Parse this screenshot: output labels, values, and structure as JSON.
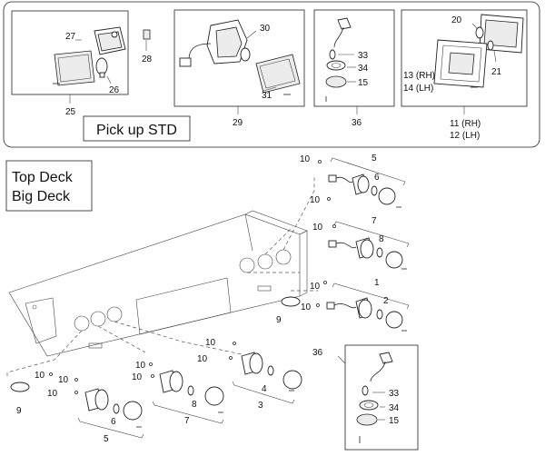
{
  "pickup": {
    "title": "Pick up STD",
    "box1": {
      "callouts": [
        "27",
        "28",
        "26"
      ],
      "group": "25"
    },
    "box2": {
      "callouts": [
        "30",
        "31"
      ],
      "group": "29"
    },
    "box3": {
      "callouts": [
        "33",
        "34",
        "15"
      ],
      "group": "36"
    },
    "box4": {
      "callouts": [
        "20",
        "21",
        "13 (RH)",
        "14 (LH)"
      ],
      "group_rh": "11 (RH)",
      "group_lh": "12 (LH)"
    }
  },
  "deck": {
    "title_line1": "Top Deck",
    "title_line2": "Big Deck",
    "callouts": {
      "c10a": "10",
      "c10b": "10",
      "c10c": "10",
      "c10d": "10",
      "c10e": "10",
      "c10f": "10",
      "c10g": "10",
      "c10h": "10",
      "c10i": "10",
      "c10j": "10",
      "c10k": "10",
      "c10l": "10",
      "c5a": "5",
      "c6a": "6",
      "c7a": "7",
      "c8a": "8",
      "c1": "1",
      "c2": "2",
      "c9a": "9",
      "c9b": "9",
      "c4": "4",
      "c3": "3",
      "c8b": "8",
      "c7b": "7",
      "c6b": "6",
      "c5b": "5"
    },
    "inset": {
      "group": "36",
      "callouts": [
        "33",
        "34",
        "15"
      ]
    }
  }
}
